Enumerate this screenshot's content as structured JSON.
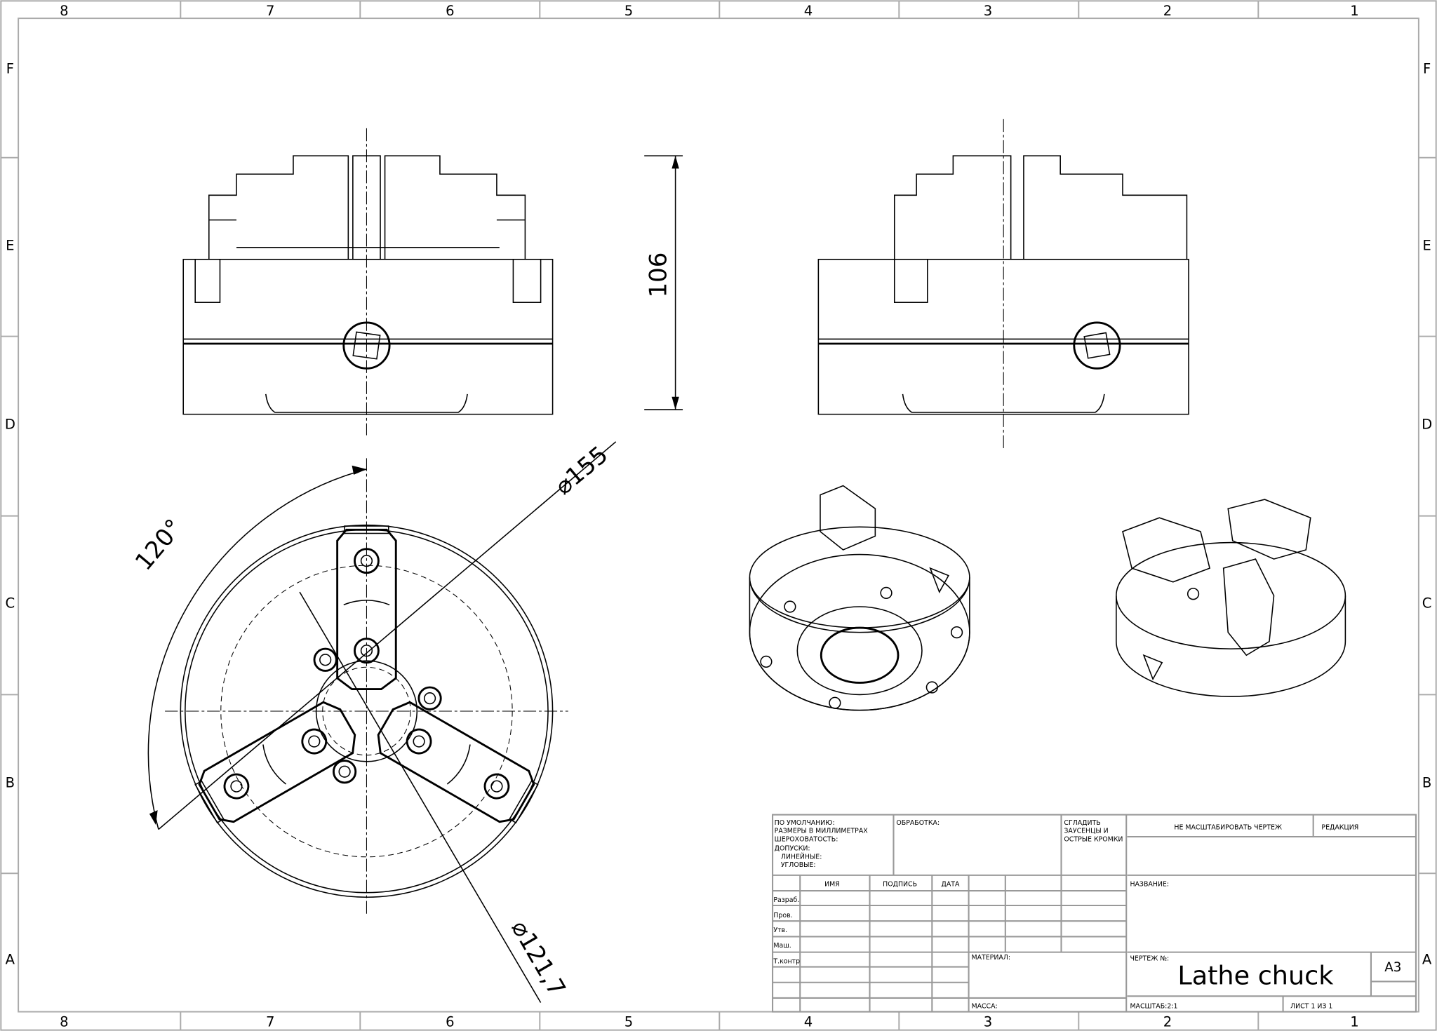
{
  "sheet": {
    "column_labels": [
      "8",
      "7",
      "6",
      "5",
      "4",
      "3",
      "2",
      "1"
    ],
    "row_labels": [
      "F",
      "E",
      "D",
      "C",
      "B",
      "A"
    ]
  },
  "dimensions": {
    "height": "106",
    "outer_diameter": "⌀155",
    "bolt_circle_diameter": "⌀121,7",
    "angle": "120°"
  },
  "title_block": {
    "defaults": [
      "ПО УМОЛЧАНИЮ:",
      "РАЗМЕРЫ В МИЛЛИМЕТРАХ",
      "ШЕРОХОВАТОСТЬ:",
      "ДОПУСКИ:",
      "  ЛИНЕЙНЫЕ:",
      "  УГЛОВЫЕ:"
    ],
    "finish": "ОБРАБОТКА:",
    "deburr": [
      "СГЛАДИТЬ",
      "ЗАУСЕНЦЫ И",
      "ОСТРЫЕ КРОМКИ"
    ],
    "no_scale": "НЕ МАСШТАБИРОВАТЬ ЧЕРТЕЖ",
    "revision": "РЕДАКЦИЯ",
    "col_name": "ИМЯ",
    "col_signature": "ПОДПИСЬ",
    "col_date": "ДАТА",
    "roles": [
      "Разраб.",
      "Пров.",
      "Утв.",
      "Маш.",
      "Т.контр"
    ],
    "title_label": "НАЗВАНИЕ:",
    "material_label": "МАТЕРИАЛ:",
    "mass_label": "МАССА:",
    "drawing_no_label": "ЧЕРТЕЖ №:",
    "drawing_no": "Lathe chuck",
    "format": "A3",
    "scale": "МАСШТАБ:2:1",
    "sheet": "ЛИСТ 1 ИЗ 1"
  }
}
